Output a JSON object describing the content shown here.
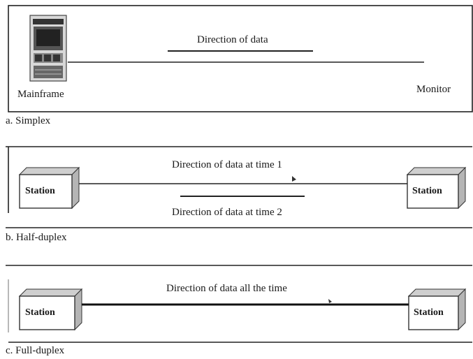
{
  "simplex": {
    "caption": "a. Simplex",
    "direction_label": "Direction of data",
    "left_device": "Mainframe",
    "right_device": "Monitor"
  },
  "half_duplex": {
    "caption": "b. Half-duplex",
    "direction_label_1": "Direction of data at time 1",
    "direction_label_2": "Direction of data at time 2",
    "left_station": "Station",
    "right_station": "Station"
  },
  "full_duplex": {
    "caption": "c. Full-duplex",
    "direction_label": "Direction of data all the time",
    "left_station": "Station",
    "right_station": "Station"
  }
}
